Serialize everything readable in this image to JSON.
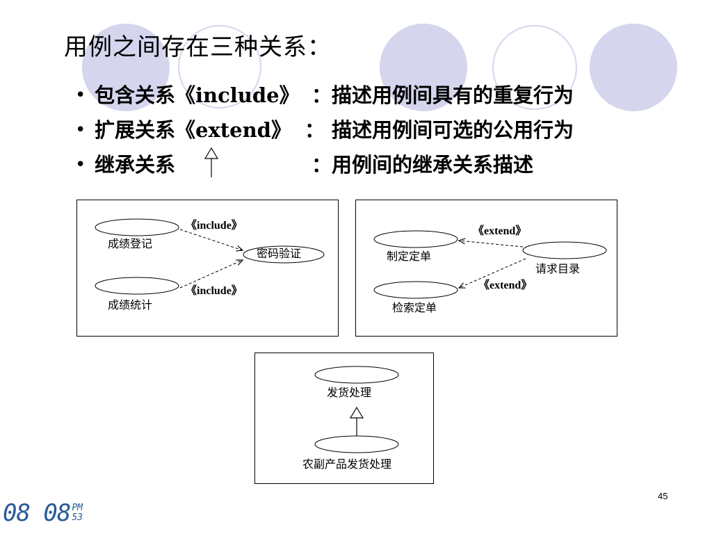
{
  "slide": {
    "title": "用例之间存在三种关系：",
    "page_number": "45"
  },
  "bullets": [
    {
      "term": "包含关系《include》",
      "desc": "：描述用例间具有的重复行为"
    },
    {
      "term": "扩展关系《extend》",
      "desc": "：  描述用例间可选的公用行为"
    },
    {
      "term": "继承关系",
      "desc": "：用例间的继承关系描述"
    }
  ],
  "include_diagram": {
    "use_cases": [
      "成绩登记",
      "成绩统计",
      "密码验证"
    ],
    "stereotype_top": "《include》",
    "stereotype_bottom": "《include》"
  },
  "extend_diagram": {
    "use_cases": [
      "制定定单",
      "检索定单",
      "请求目录"
    ],
    "stereotype_top": "《extend》",
    "stereotype_bottom": "《extend》"
  },
  "inherit_diagram": {
    "use_cases": [
      "发货处理",
      "农副产品发货处理"
    ]
  },
  "clock": {
    "time": "08 08",
    "ampm": "PM",
    "seconds": "53"
  },
  "colors": {
    "decoration": "#d5d5ee",
    "clock": "#2a5a98"
  }
}
